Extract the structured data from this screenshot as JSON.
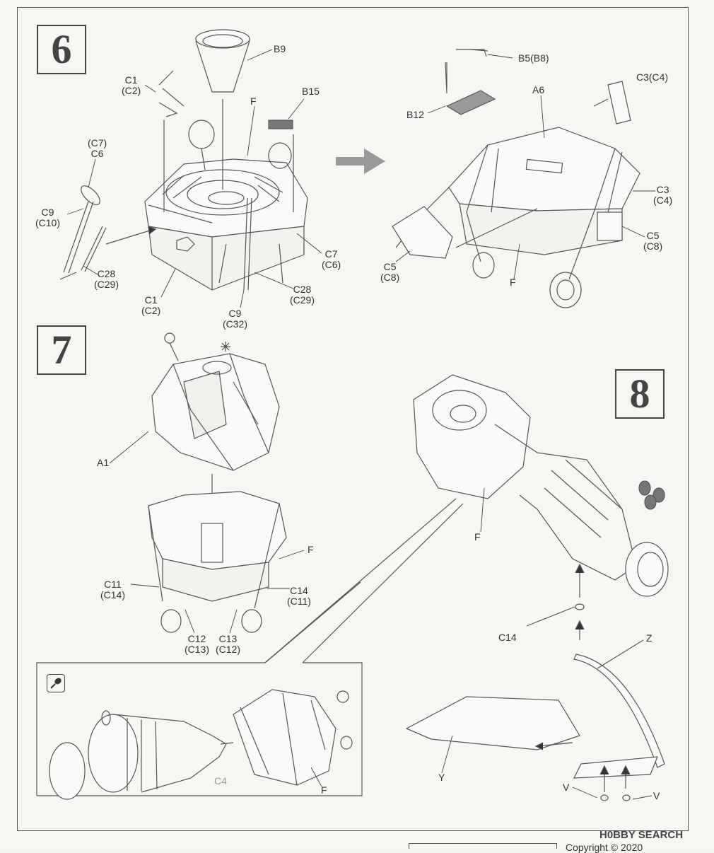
{
  "steps": {
    "s6": "6",
    "s7": "7",
    "s8": "8"
  },
  "step6": {
    "b9": "B9",
    "c1_top": "C1",
    "c2_top": "(C2)",
    "f": "F",
    "b15": "B15",
    "c7": "(C7)",
    "c6": "C6",
    "c9": "C9",
    "c10": "(C10)",
    "c28": "C28",
    "c29": "(C29)",
    "c1_bot": "C1",
    "c2_bot": "(C2)",
    "c9b": "C9",
    "c32": "(C32)",
    "c28b": "C28",
    "c29b": "(C29)",
    "c7b": "C7",
    "c6b": "(C6)"
  },
  "step6_result": {
    "b5": "B5(B8)",
    "a6": "A6",
    "c3_top": "C3(C4)",
    "b12": "B12",
    "c3": "C3",
    "c4": "(C4)",
    "c5_right": "C5",
    "c8_right": "(C8)",
    "c5_left": "C5",
    "c8_left": "(C8)",
    "f": "F"
  },
  "step7": {
    "a1": "A1",
    "f": "F",
    "c11": "C11",
    "c14_paren": "(C14)",
    "c14": "C14",
    "c11_paren": "(C11)",
    "c12": "C12",
    "c13_paren": "(C13)",
    "c13": "C13",
    "c12_paren": "(C12)"
  },
  "inset": {
    "c4": "C4",
    "f": "F",
    "paint_icon": "paint-brush-icon"
  },
  "step8": {
    "f": "F",
    "c14": "C14",
    "z": "Z",
    "y": "Y",
    "v1": "V",
    "v2": "V"
  },
  "footer": {
    "watermark": "H0BBY SEARCH",
    "copyright": "Copyright © 2020"
  }
}
